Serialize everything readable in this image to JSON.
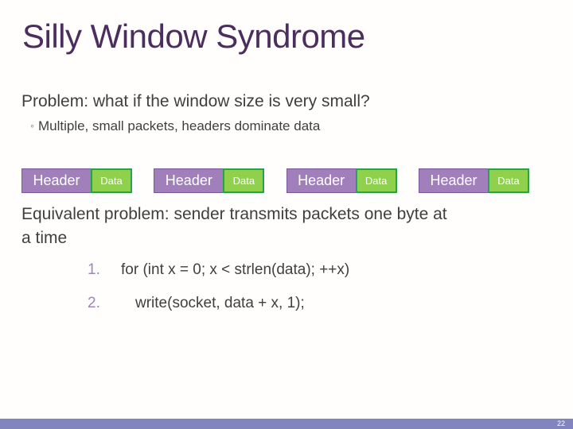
{
  "slide": {
    "title": "Silly Window Syndrome",
    "problem": {
      "heading": "Problem: what if the window size is very small?",
      "bullet_glyph": "◦",
      "bullet_text": "Multiple, small packets, headers dominate data"
    },
    "packets": [
      {
        "header_label": "Header",
        "data_label": "Data"
      },
      {
        "header_label": "Header",
        "data_label": "Data"
      },
      {
        "header_label": "Header",
        "data_label": "Data"
      },
      {
        "header_label": "Header",
        "data_label": "Data"
      }
    ],
    "equivalent_heading": "Equivalent problem: sender transmits packets one byte at\na time",
    "code_list": [
      {
        "number": "1.",
        "text": "for (int x = 0; x < strlen(data); ++x)"
      },
      {
        "number": "2.",
        "text": "write(socket, data + x, 1);"
      }
    ],
    "page_number": "22",
    "colors": {
      "title_text": "#4b2e5e",
      "body_text": "#3f3f3f",
      "header_box_fill": "#a07fbb",
      "header_box_border": "#7b5899",
      "data_box_fill": "#8fd04d",
      "data_box_border": "#28a34d",
      "list_number": "#9c87b8",
      "footer_bar": "#8184bf",
      "page_number_text": "#ffffff"
    }
  }
}
